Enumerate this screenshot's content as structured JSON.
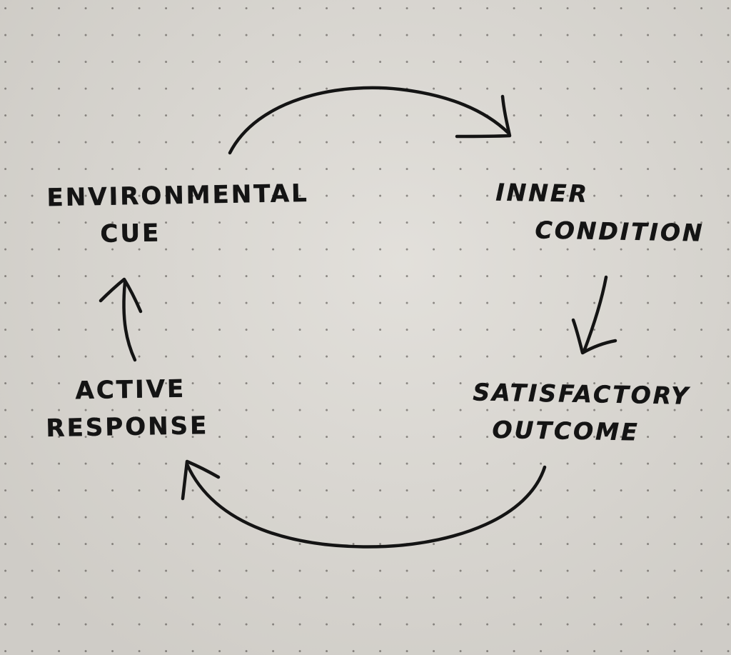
{
  "diagram": {
    "nodes": [
      {
        "id": "environmental-cue",
        "lines": [
          "Environmental",
          "Cue"
        ]
      },
      {
        "id": "inner-condition",
        "lines": [
          "Inner",
          "Condition"
        ]
      },
      {
        "id": "satisfactory-outcome",
        "lines": [
          "Satisfactory",
          "Outcome"
        ]
      },
      {
        "id": "active-response",
        "lines": [
          "Active",
          "Response"
        ]
      }
    ],
    "edges": [
      {
        "from": "environmental-cue",
        "to": "inner-condition"
      },
      {
        "from": "inner-condition",
        "to": "satisfactory-outcome"
      },
      {
        "from": "satisfactory-outcome",
        "to": "active-response"
      },
      {
        "from": "active-response",
        "to": "environmental-cue"
      }
    ],
    "ink_color": "#141414",
    "paper_color": "#dcd9d3"
  }
}
